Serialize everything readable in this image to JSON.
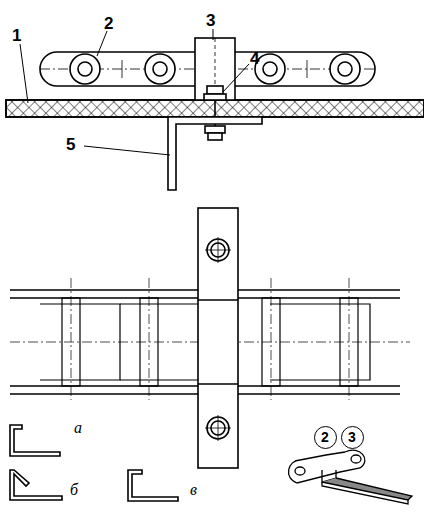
{
  "diagram": {
    "nodes": [
      {
        "text": [
          "2"
        ]
      },
      {
        "text": [
          "3"
        ]
      }
    ],
    "labels": [
      "1",
      "2",
      "3",
      "4",
      "5",
      "а",
      "б",
      "в"
    ]
  }
}
